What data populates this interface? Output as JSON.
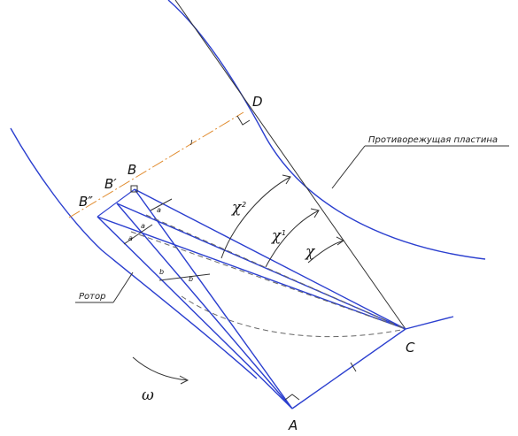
{
  "points": {
    "A": "A",
    "B": "B",
    "B_prime": "B′",
    "B_double_prime": "B″",
    "C": "C",
    "D": "D"
  },
  "angles": {
    "chi": "χ",
    "chi1": "χ",
    "chi1_sub": "1",
    "chi2": "χ",
    "chi2_sub": "2"
  },
  "small_labels": {
    "a_top": "a",
    "a_mid1": "a",
    "a_mid2": "a",
    "b_left": "b",
    "b_right": "b",
    "l_dimension": "l"
  },
  "callouts": {
    "counter_plate": "Противорежущая пластина",
    "rotor": "Ротор"
  },
  "rotation_symbol": "ω",
  "colors": {
    "curve_blue": "#2b3fcf",
    "construction": "#333333",
    "dashed": "#666666",
    "centerline": "#e08a2c"
  }
}
